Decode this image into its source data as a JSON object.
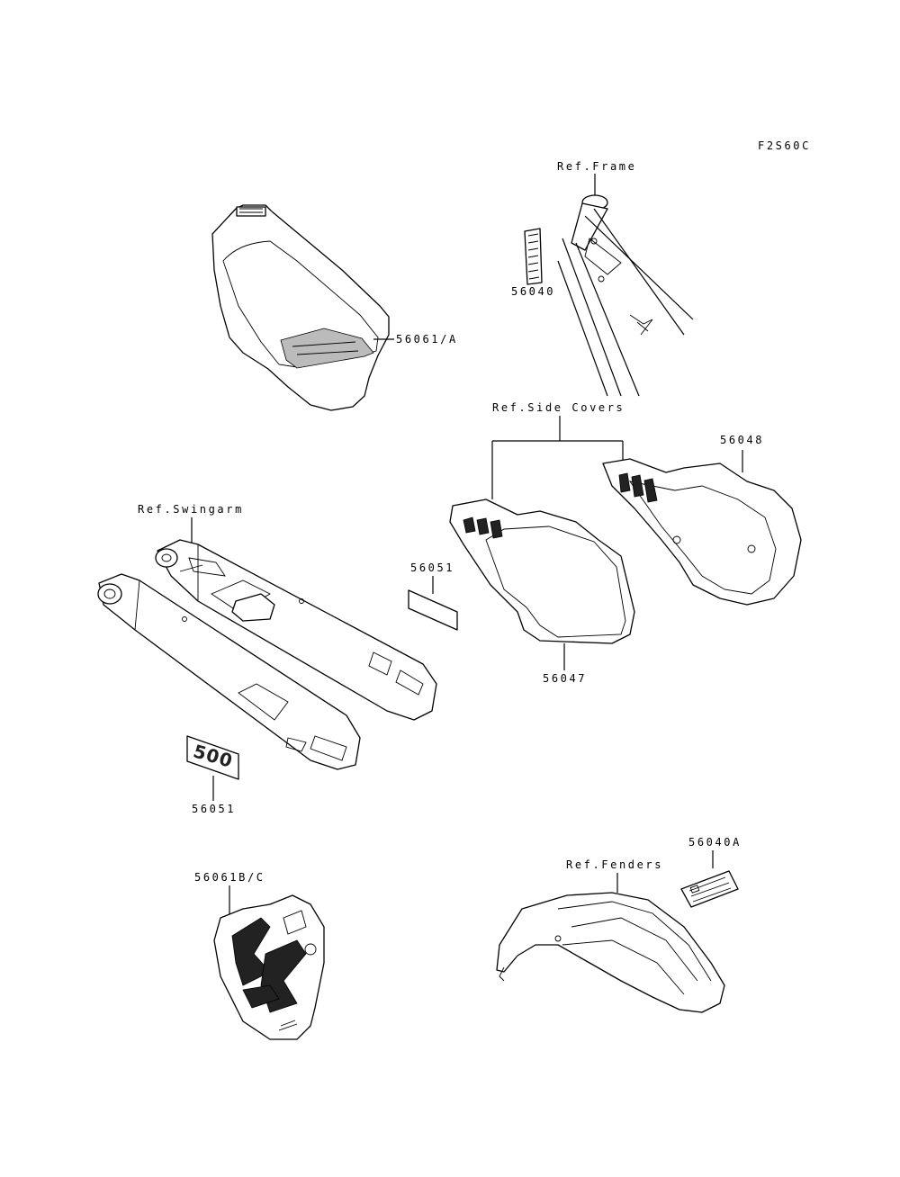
{
  "diagram_code": "F2S60C",
  "labels": {
    "ref_frame": "Ref.Frame",
    "ref_side_covers": "Ref.Side Covers",
    "ref_swingarm": "Ref.Swingarm",
    "ref_fenders": "Ref.Fenders"
  },
  "parts": {
    "tank_label": "56061/A",
    "frame_label": "56040",
    "side_cover_right_label": "56048",
    "side_cover_left_label": "56047",
    "decal_plain": "56051",
    "decal_500": "56051",
    "shroud_label": "56061B/C",
    "fender_label": "56040A",
    "decal_500_text": "500"
  }
}
